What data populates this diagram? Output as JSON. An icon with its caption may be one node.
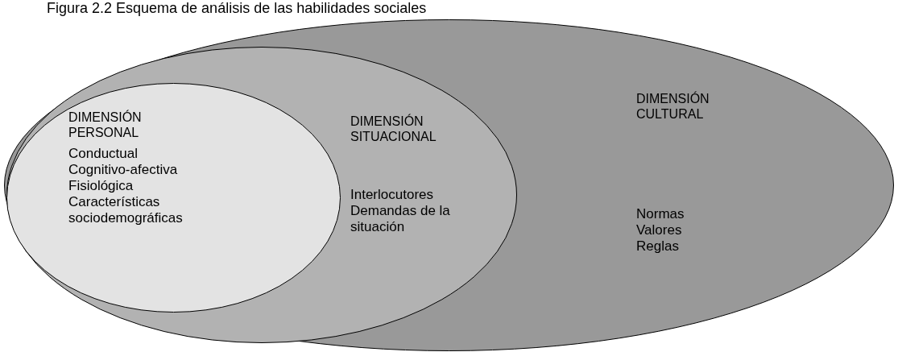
{
  "diagram": {
    "title": "Figura 2.2 Esquema de análisis de las habilidades sociales",
    "nodes": [
      {
        "text": [
          "DIMENSIÓN CULTURAL",
          "Normas",
          "Valores",
          "Reglas"
        ]
      },
      {
        "text": [
          "DIMENSIÓN SITUACIONAL",
          "Interlocutores",
          "Demandas de la situación"
        ],
        "in": 0
      },
      {
        "text": [
          "DIMENSIÓN PERSONAL",
          "Conductual",
          "Cognitivo-afectiva",
          "Fisiológica",
          "Características sociodemográficas"
        ],
        "in": 1
      }
    ]
  }
}
